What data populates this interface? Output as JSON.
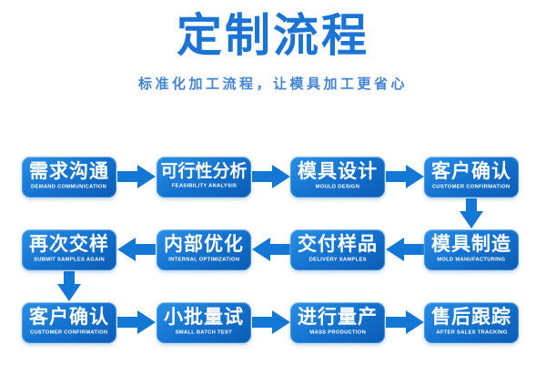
{
  "header": {
    "title": "定制流程",
    "subtitle": "标准化加工流程，让模具加工更省心"
  },
  "colors": {
    "background": "#ffffff",
    "title-blue": "#1b74d4",
    "subtitle-blue": "#4285d6",
    "box-blue-top": "#2b8fe6",
    "box-blue-bottom": "#0b5cb4",
    "arrow-blue": "#1377d6",
    "box-text": "#ffffff"
  },
  "flow": {
    "rows": [
      {
        "direction": "right",
        "steps": [
          {
            "zh": "需求沟通",
            "en": "DEMAND COMMUNICATION"
          },
          {
            "zh": "可行性分析",
            "en": "FEASIBILITY ANALYSIS"
          },
          {
            "zh": "模具设计",
            "en": "MOULD DESIGN"
          },
          {
            "zh": "客户确认",
            "en": "CUSTOMER CONFIRMATION"
          }
        ]
      },
      {
        "direction": "left",
        "steps": [
          {
            "zh": "再次交样",
            "en": "SUBMIT SAMPLES AGAIN"
          },
          {
            "zh": "内部优化",
            "en": "INTERNAL OPTIMIZATION"
          },
          {
            "zh": "交付样品",
            "en": "DELIVERY SAMPLES"
          },
          {
            "zh": "模具制造",
            "en": "MOLD MANUFACTURING"
          }
        ]
      },
      {
        "direction": "right",
        "steps": [
          {
            "zh": "客户确认",
            "en": "CUSTOMER CONFIRMATION"
          },
          {
            "zh": "小批量试",
            "en": "SMALL BATCH TEST"
          },
          {
            "zh": "进行量产",
            "en": "MASS PRODUCTION"
          },
          {
            "zh": "售后跟踪",
            "en": "AFTER SALES TRACKING"
          }
        ]
      }
    ]
  }
}
